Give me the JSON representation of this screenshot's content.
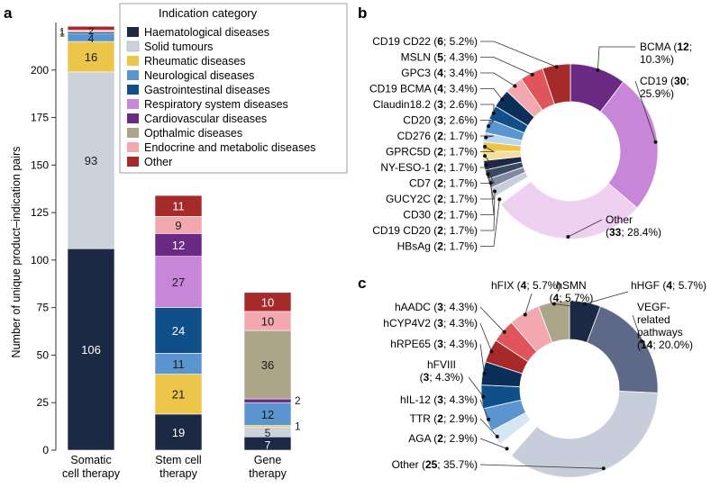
{
  "panel_labels": {
    "a": "a",
    "b": "b",
    "c": "c"
  },
  "legend_title": "Indication category",
  "colors": {
    "Haematological diseases": "#1b2944",
    "Solid tumours": "#cdd1dc",
    "Rheumatic diseases": "#ecc64a",
    "Neurological diseases": "#5b95cf",
    "Gastrointestinal diseases": "#104f8a",
    "Respiratory system diseases": "#c786d8",
    "Cardiovascular diseases": "#6a2a84",
    "Opthalmic diseases": "#aba689",
    "Endocrine and metabolic diseases": "#f2a8ae",
    "Other": "#a72a2b"
  },
  "chart_data": [
    {
      "type": "bar",
      "stacked": true,
      "ylabel": "Number of unique product–indication pairs",
      "ylim": [
        0,
        225
      ],
      "yticks": [
        0,
        25,
        50,
        75,
        100,
        125,
        150,
        175,
        200
      ],
      "categories": [
        "Somatic\ncell therapy",
        "Stem cell\ntherapy",
        "Gene\ntherapy"
      ],
      "legend_position": "top-right",
      "series": [
        {
          "name": "Haematological diseases",
          "values": [
            106,
            19,
            7
          ]
        },
        {
          "name": "Solid tumours",
          "values": [
            93,
            0,
            5
          ]
        },
        {
          "name": "Rheumatic diseases",
          "values": [
            16,
            21,
            1
          ]
        },
        {
          "name": "Neurological diseases",
          "values": [
            4,
            11,
            12
          ]
        },
        {
          "name": "Gastrointestinal diseases",
          "values": [
            1,
            24,
            0
          ]
        },
        {
          "name": "Respiratory system diseases",
          "values": [
            0,
            27,
            0
          ]
        },
        {
          "name": "Cardiovascular diseases",
          "values": [
            0,
            12,
            2
          ]
        },
        {
          "name": "Opthalmic diseases",
          "values": [
            0,
            0,
            36
          ]
        },
        {
          "name": "Endocrine and metabolic diseases",
          "values": [
            1,
            9,
            10
          ]
        },
        {
          "name": "Other",
          "values": [
            2,
            11,
            10
          ]
        }
      ],
      "bar_labels": [
        [
          "106",
          "93",
          "16",
          "4",
          "1",
          "",
          "",
          "",
          "1",
          "2"
        ],
        [
          "19",
          "",
          "21",
          "11",
          "24",
          "27",
          "12",
          "",
          "9",
          "11"
        ],
        [
          "7",
          "5",
          "1",
          "12",
          "",
          "",
          "2",
          "36",
          "10",
          "10"
        ]
      ]
    },
    {
      "type": "pie",
      "donut": true,
      "slices": [
        {
          "label": "BCMA",
          "value": 12,
          "pct": "10.3%",
          "color": "#6a2a84"
        },
        {
          "label": "CD19",
          "value": 30,
          "pct": "25.9%",
          "color": "#c786d8"
        },
        {
          "label": "Other",
          "value": 33,
          "pct": "28.4%",
          "color": "#efd0f1"
        },
        {
          "label": "HBsAg",
          "value": 2,
          "pct": "1.7%",
          "color": "#ffffff"
        },
        {
          "label": "CD19 CD20",
          "value": 2,
          "pct": "1.7%",
          "color": "#c7cddb"
        },
        {
          "label": "CD30",
          "value": 2,
          "pct": "1.7%",
          "color": "#7f89a2"
        },
        {
          "label": "GUCY2C",
          "value": 2,
          "pct": "1.7%",
          "color": "#3c4761"
        },
        {
          "label": "CD7",
          "value": 2,
          "pct": "1.7%",
          "color": "#1b2944"
        },
        {
          "label": "NY-ESO-1",
          "value": 2,
          "pct": "1.7%",
          "color": "#f5df9a"
        },
        {
          "label": "GPRC5D",
          "value": 2,
          "pct": "1.7%",
          "color": "#ecc64a"
        },
        {
          "label": "CD276",
          "value": 2,
          "pct": "1.7%",
          "color": "#bcd6ef"
        },
        {
          "label": "CD20",
          "value": 3,
          "pct": "2.6%",
          "color": "#5b95cf"
        },
        {
          "label": "Claudin18.2",
          "value": 3,
          "pct": "2.6%",
          "color": "#104f8a"
        },
        {
          "label": "CD19 BCMA",
          "value": 4,
          "pct": "3.4%",
          "color": "#0c2f5a"
        },
        {
          "label": "GPC3",
          "value": 4,
          "pct": "3.4%",
          "color": "#f2a8ae"
        },
        {
          "label": "MSLN",
          "value": 5,
          "pct": "4.3%",
          "color": "#e0545c"
        },
        {
          "label": "CD19 CD22",
          "value": 6,
          "pct": "5.2%",
          "color": "#a72a2b"
        }
      ]
    },
    {
      "type": "pie",
      "donut": true,
      "slices": [
        {
          "label": "hHGF",
          "value": 4,
          "pct": "5.7%",
          "color": "#1b2944"
        },
        {
          "label": "VEGF-related pathways",
          "value": 14,
          "pct": "20.0%",
          "color": "#5d6986"
        },
        {
          "label": "Other",
          "value": 25,
          "pct": "35.7%",
          "color": "#c7cddb"
        },
        {
          "label": "AGA",
          "value": 2,
          "pct": "2.9%",
          "color": "#ffffff"
        },
        {
          "label": "TTR",
          "value": 2,
          "pct": "2.9%",
          "color": "#d6e6f4"
        },
        {
          "label": "hIL-12",
          "value": 3,
          "pct": "4.3%",
          "color": "#5b95cf"
        },
        {
          "label": "hFVIII",
          "value": 3,
          "pct": "4.3%",
          "color": "#104f8a"
        },
        {
          "label": "hRPE65",
          "value": 3,
          "pct": "4.3%",
          "color": "#0c2f5a"
        },
        {
          "label": "hCYP4V2",
          "value": 3,
          "pct": "4.3%",
          "color": "#a72a2b"
        },
        {
          "label": "hAADC",
          "value": 3,
          "pct": "4.3%",
          "color": "#e0545c"
        },
        {
          "label": "hFIX",
          "value": 4,
          "pct": "5.7%",
          "color": "#f2a8ae"
        },
        {
          "label": "hSMN",
          "value": 4,
          "pct": "5.7%",
          "color": "#aba689"
        }
      ]
    }
  ]
}
